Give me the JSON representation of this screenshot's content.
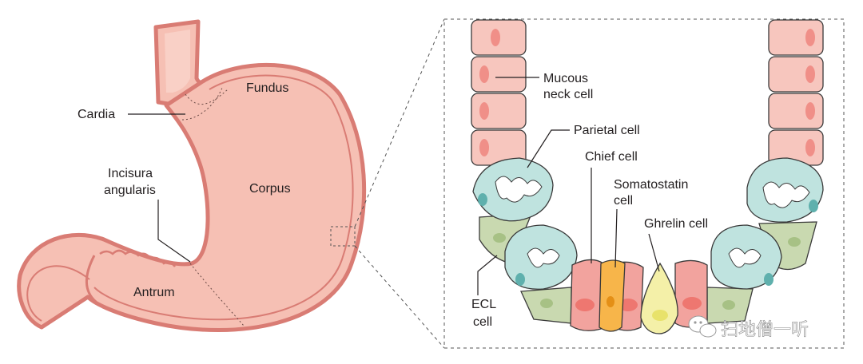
{
  "stomach": {
    "fundus": "Fundus",
    "cardia": "Cardia",
    "incisura_line1": "Incisura",
    "incisura_line2": "angularis",
    "corpus": "Corpus",
    "antrum": "Antrum"
  },
  "gland": {
    "mucous_line1": "Mucous",
    "mucous_line2": "neck cell",
    "parietal": "Parietal cell",
    "chief": "Chief cell",
    "somatostatin_line1": "Somatostatin",
    "somatostatin_line2": "cell",
    "ghrelin": "Ghrelin cell",
    "ecl_line1": "ECL",
    "ecl_line2": "cell"
  },
  "watermark": {
    "text": "扫地僧一听",
    "icon": "wechat-icon"
  },
  "colors": {
    "stomach_fill": "#f6c0b4",
    "stomach_outline": "#d97c74",
    "mucous_cell": "#f7c6be",
    "parietal_cell": "#bfe3df",
    "ecl_cell": "#c9d9b0",
    "chief_cell": "#f2a39e",
    "somatostatin_cell": "#f7b54a",
    "ghrelin_cell": "#f4f0a8"
  }
}
